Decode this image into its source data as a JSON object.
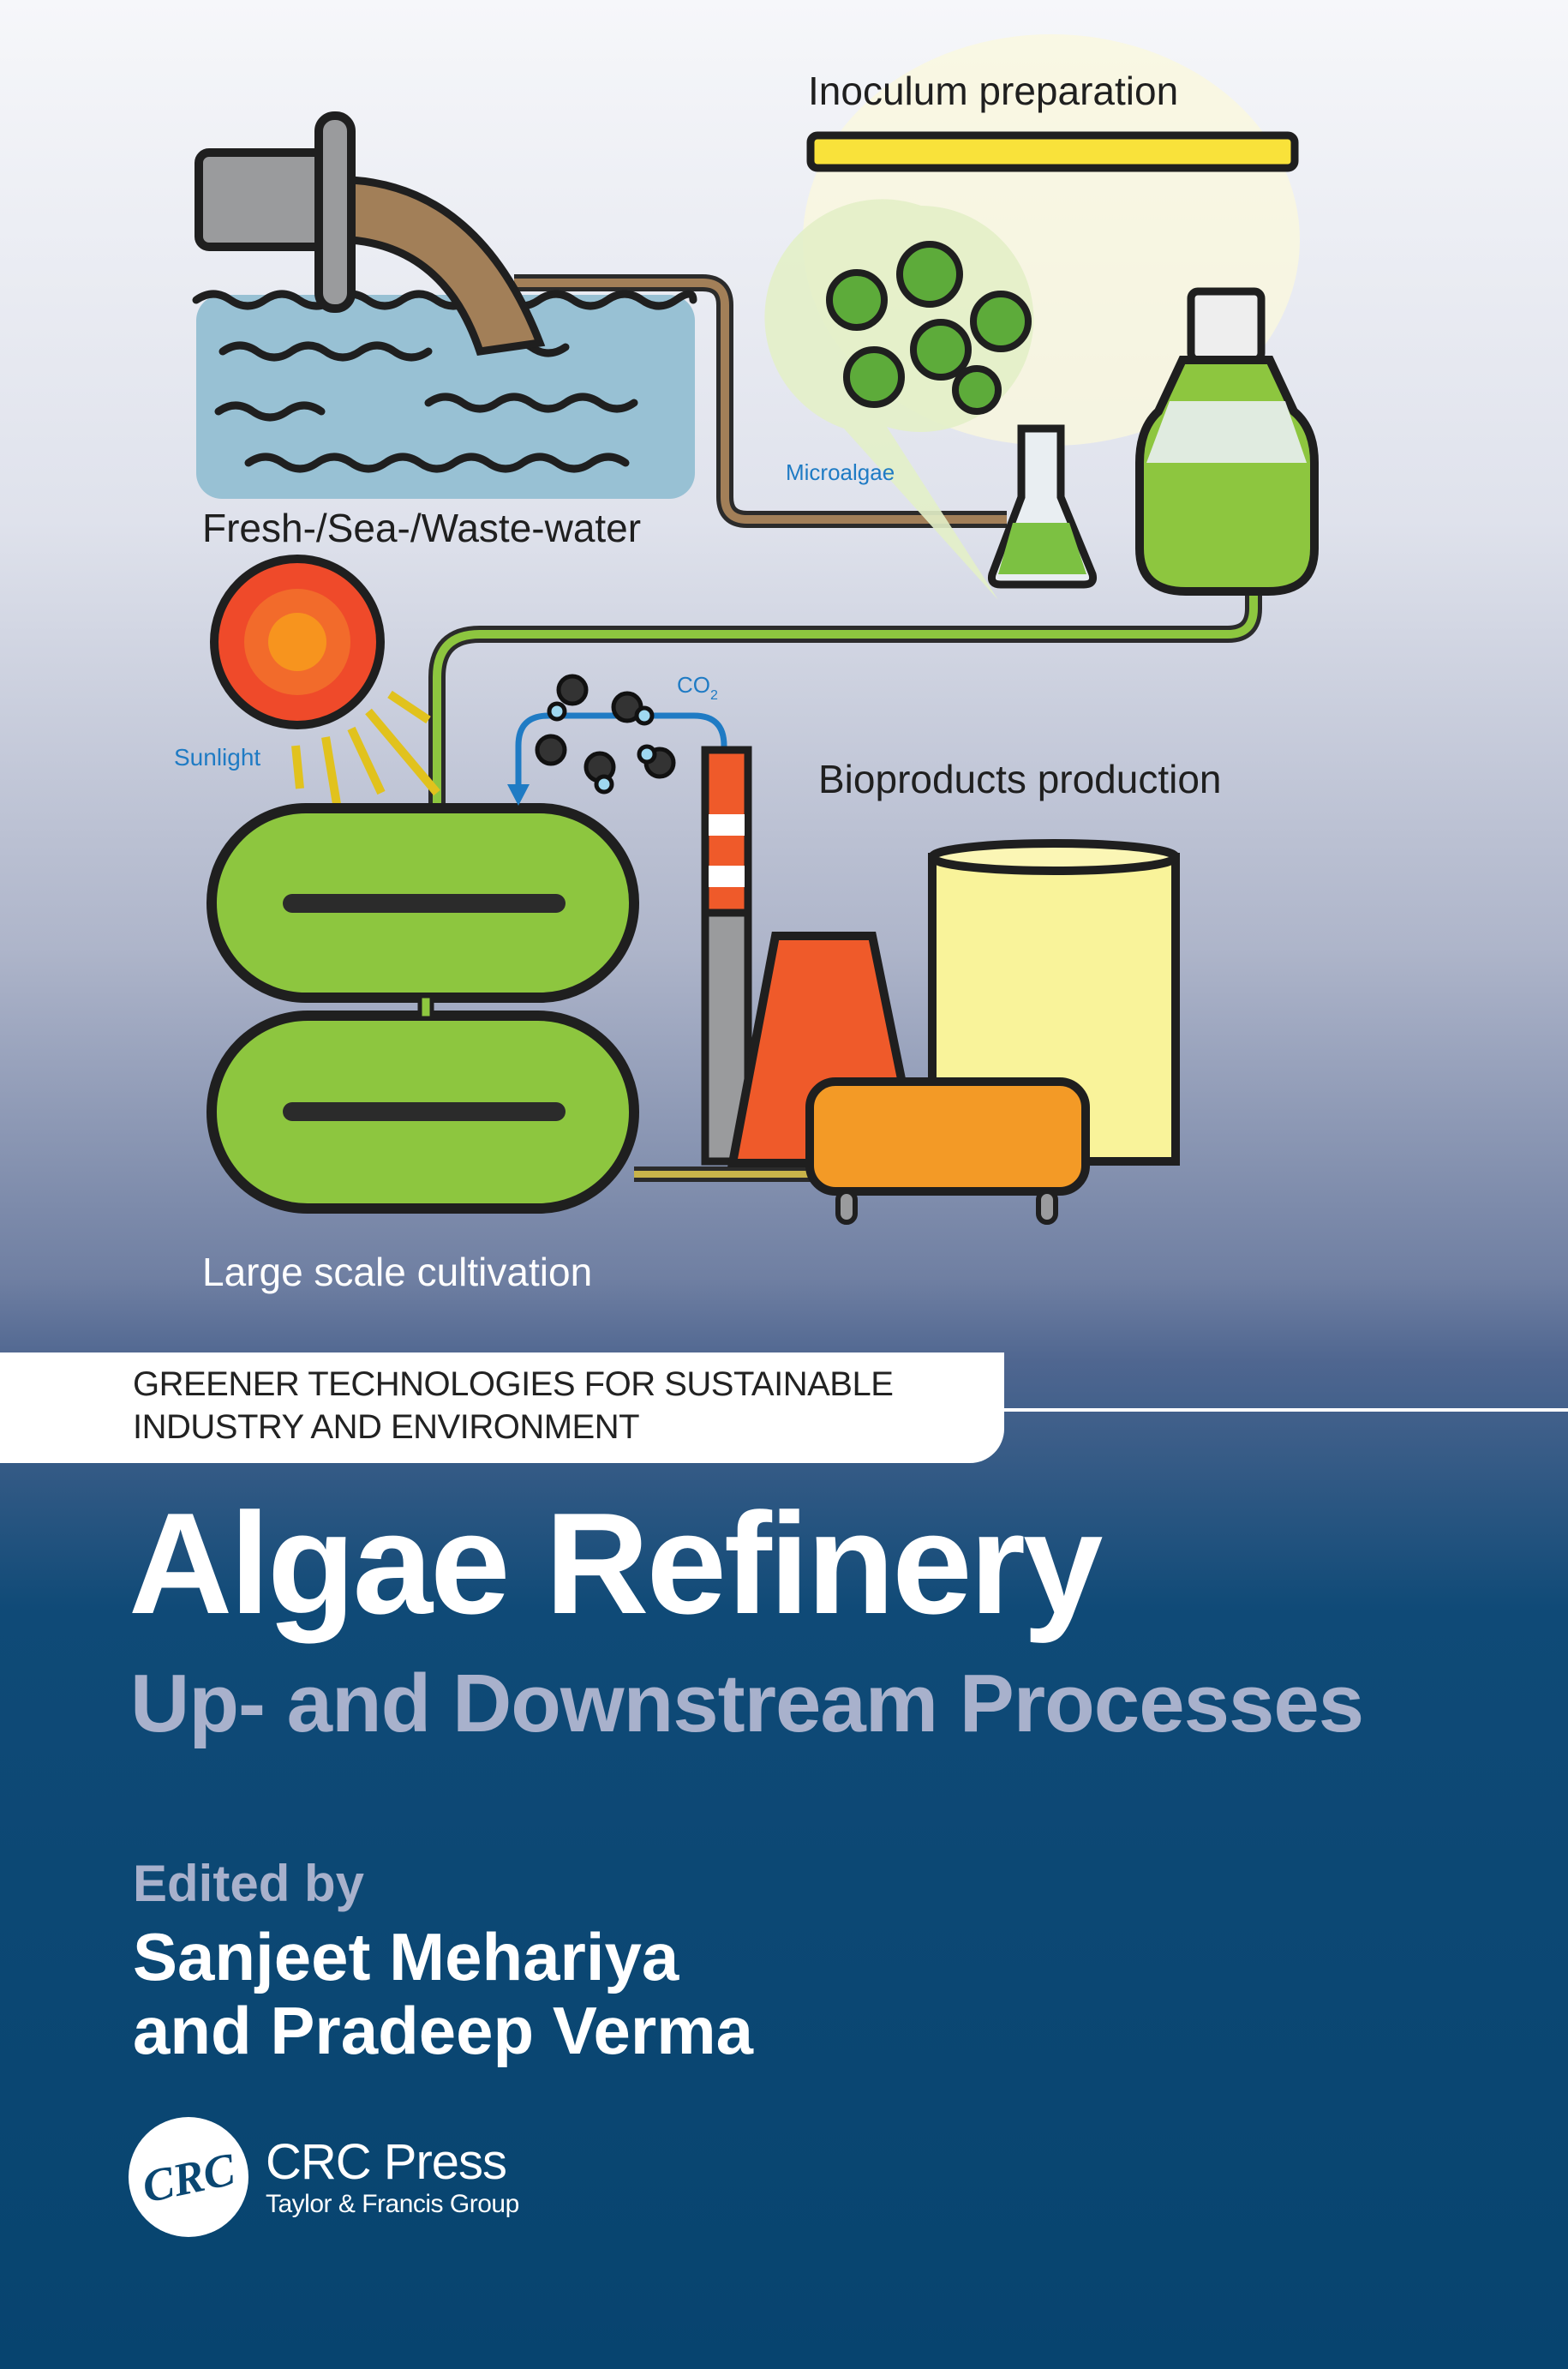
{
  "illustration": {
    "labels": {
      "inoculum": "Inoculum preparation",
      "water": "Fresh-/Sea-/Waste-water",
      "microalgae": "Microalgae",
      "sunlight": "Sunlight",
      "co2": "CO",
      "co2_sub": "2",
      "bioproducts": "Bioproducts production",
      "cultivation": "Large scale cultivation"
    }
  },
  "series": {
    "line1": "GREENER TECHNOLOGIES FOR SUSTAINABLE",
    "line2": "INDUSTRY AND ENVIRONMENT"
  },
  "book": {
    "title": "Algae Refinery",
    "subtitle": "Up- and Downstream Processes",
    "edited_by": "Edited by",
    "editor1": "Sanjeet Mehariya",
    "editor2": "and Pradeep Verma"
  },
  "publisher": {
    "logo_text": "CRC",
    "name": "CRC Press",
    "group": "Taylor & Francis Group"
  },
  "colors": {
    "dark_blue": "#07446f",
    "green": "#8dc63f",
    "yellow": "#f9e23a",
    "orange": "#f39a26",
    "red": "#ef4a2a"
  }
}
